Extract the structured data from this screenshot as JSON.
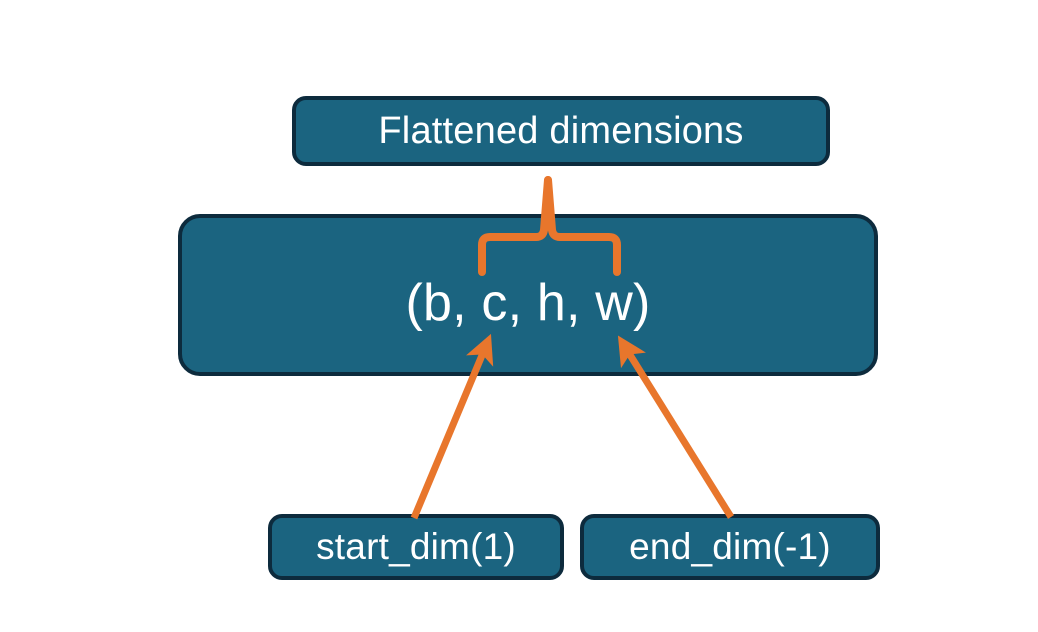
{
  "diagram": {
    "title_node": {
      "label": "Flattened dimensions",
      "name": "flattened-dimensions-box"
    },
    "shape_node": {
      "label": "(b, c, h, w)",
      "name": "tensor-shape-box",
      "dims": [
        "b",
        "c",
        "h",
        "w"
      ]
    },
    "start_node": {
      "label": "start_dim(1)",
      "name": "start-dim-box",
      "value": 1
    },
    "end_node": {
      "label": "end_dim(-1)",
      "name": "end-dim-box",
      "value": -1
    },
    "connectors": {
      "brace": {
        "name": "curly-brace-connector",
        "spans_dims": [
          "c",
          "h",
          "w"
        ],
        "points_to": "Flattened dimensions"
      },
      "start_arrow": {
        "name": "start-dim-arrow",
        "from": "start_dim(1)",
        "to": "c"
      },
      "end_arrow": {
        "name": "end-dim-arrow",
        "from": "end_dim(-1)",
        "to": "w"
      }
    },
    "colors": {
      "node_fill": "#1b6480",
      "node_border": "#0d2b3d",
      "node_text": "#ffffff",
      "connector": "#e8762c",
      "background": "#ffffff"
    }
  }
}
